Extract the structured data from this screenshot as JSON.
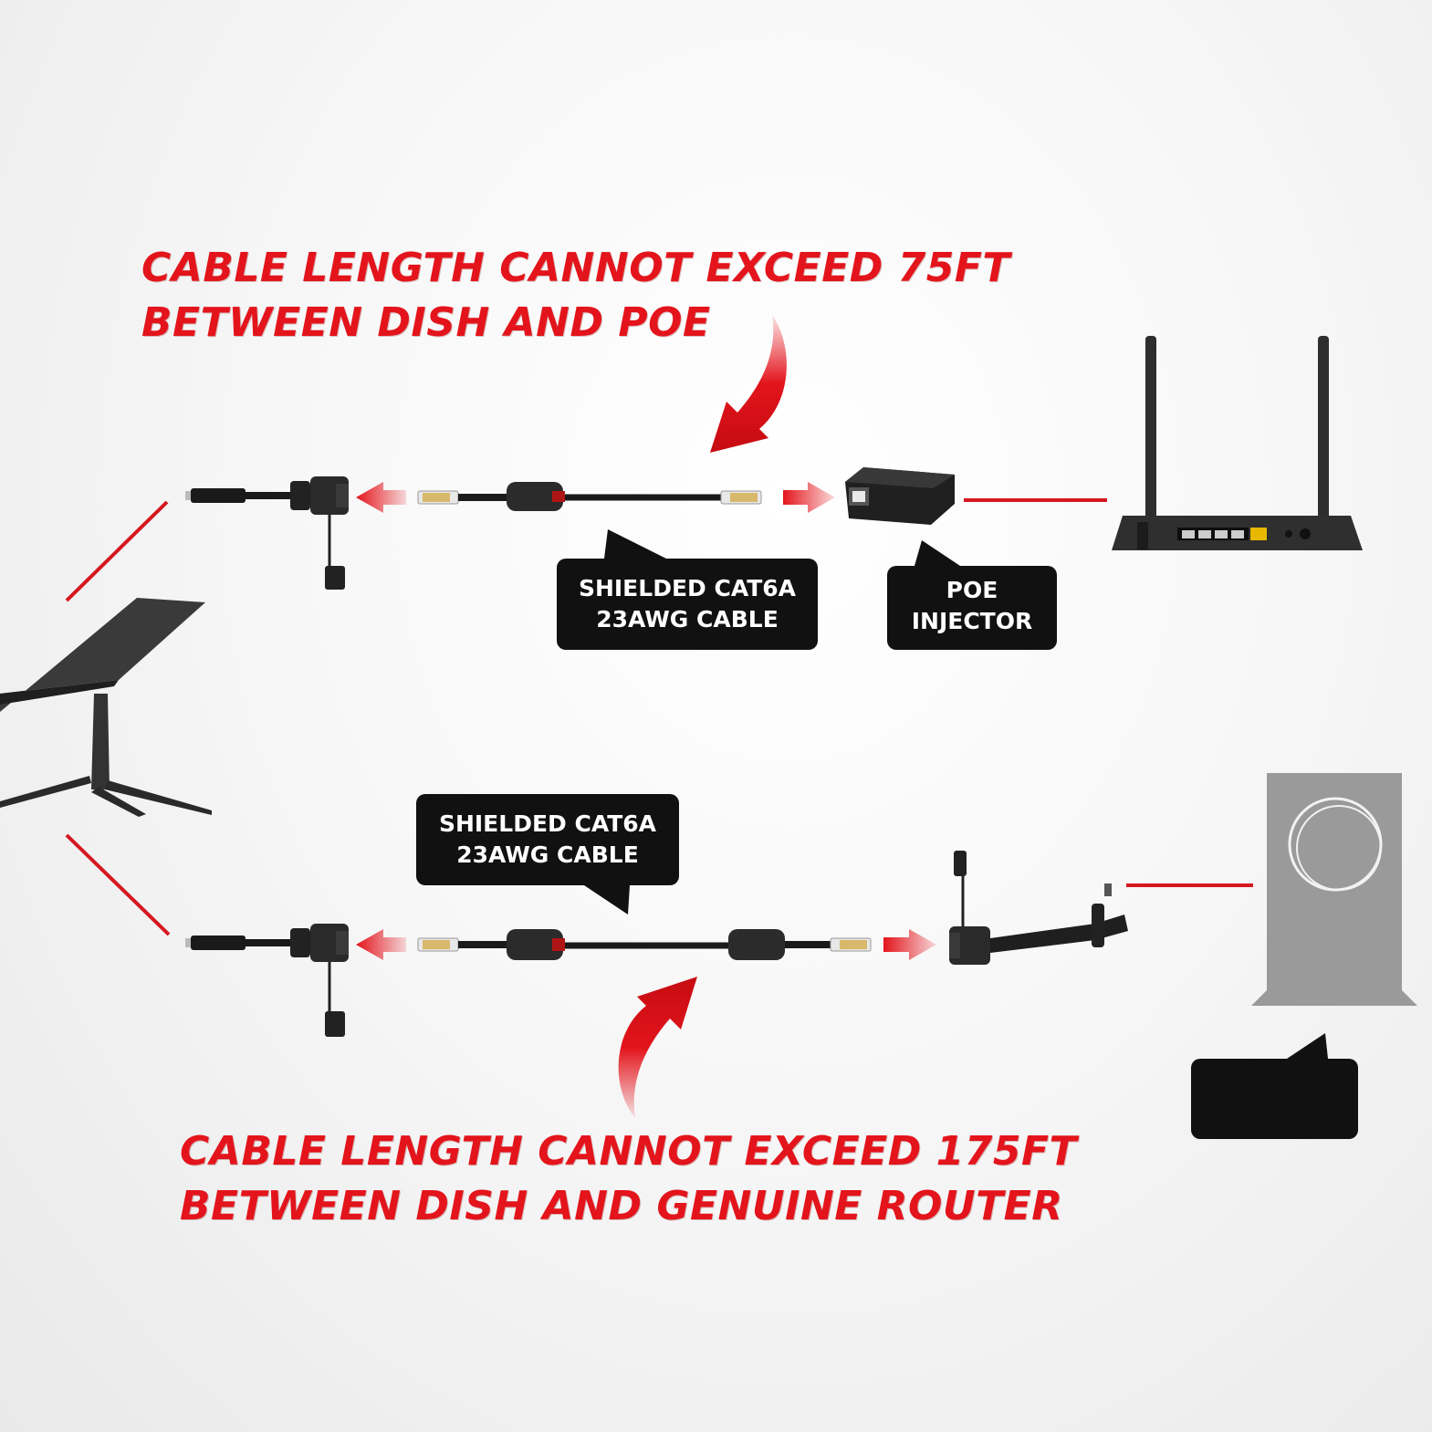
{
  "annotations": {
    "top": {
      "line1": "CABLE LENGTH CANNOT EXCEED 75FT",
      "line2": "BETWEEN DISH AND POE"
    },
    "bottom": {
      "line1": "CABLE LENGTH CANNOT EXCEED 175FT",
      "line2": "BETWEEN DISH AND GENUINE ROUTER"
    }
  },
  "callouts": {
    "top_cable": {
      "line1": "SHIELDED CAT6A",
      "line2": "23AWG CABLE"
    },
    "poe": {
      "line1": "POE",
      "line2": "INJECTOR"
    },
    "bottom_cable": {
      "line1": "SHIELDED CAT6A",
      "line2": "23AWG CABLE"
    },
    "router_label": ""
  },
  "colors": {
    "accent_red": "#e3141b",
    "callout_black": "#111111",
    "device_dark": "#2c2c2c",
    "router_body_gray": "#9a9a9a"
  },
  "icons": [
    "satellite-dish-icon",
    "waterproof-coupler-icon",
    "rj45-cable-icon",
    "poe-injector-icon",
    "wifi-router-icon",
    "right-angle-adapter-icon",
    "genuine-router-icon",
    "curved-arrow-icon"
  ]
}
